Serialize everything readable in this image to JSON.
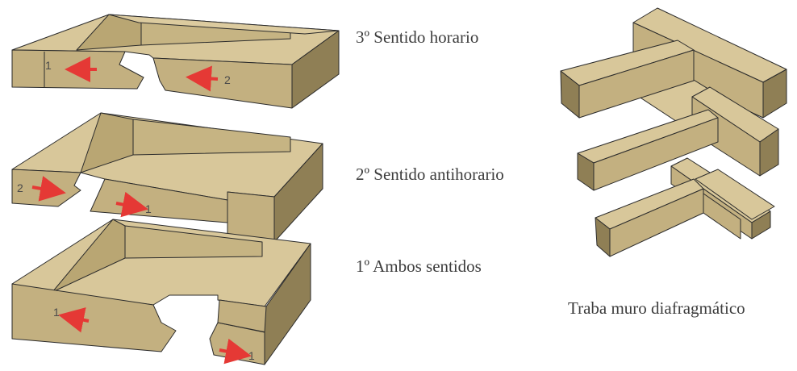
{
  "captions": {
    "step3": "3º Sentido horario",
    "step2": "2º Sentido antihorario",
    "step1": "1º Ambos sentidos",
    "diaphragm": "Traba muro diafragmático"
  },
  "wall_labels": {
    "step3_left": "1",
    "step3_right": "2",
    "step2_left": "2",
    "step2_right": "1",
    "step1_left": "1",
    "step1_right": "1"
  },
  "colors": {
    "wall_top": "#d8c79a",
    "wall_front": "#c3b080",
    "wall_side": "#8f7f55",
    "arrow": "#e53935",
    "outline": "#2b2b2b",
    "caption_text": "#3d3d3d"
  }
}
